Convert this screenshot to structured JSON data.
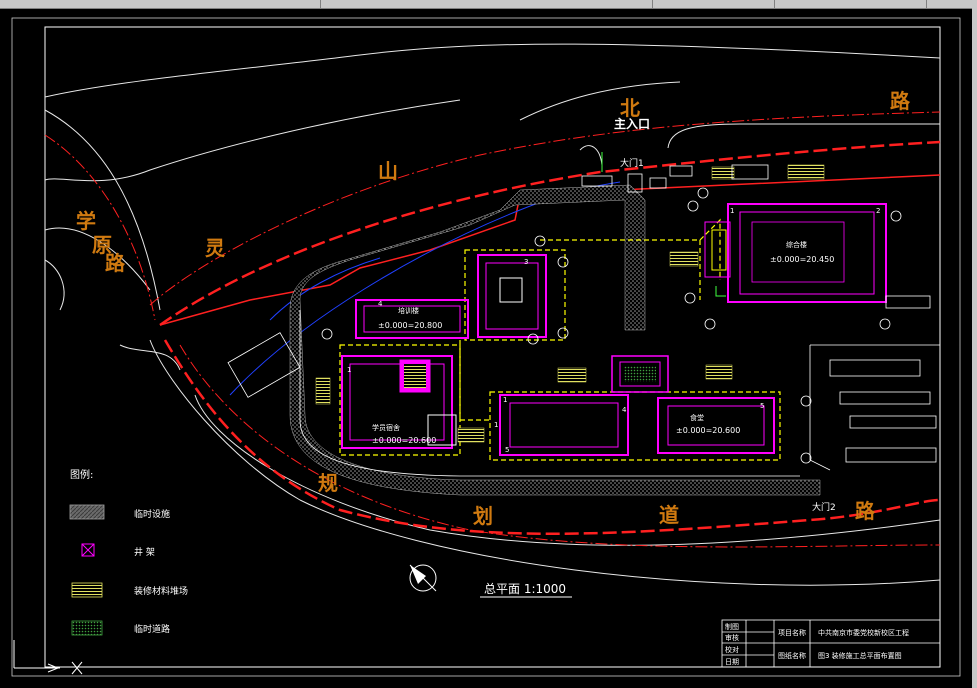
{
  "roads": {
    "north_road": [
      "北",
      "路"
    ],
    "lingshan": [
      "山",
      "灵"
    ],
    "xueyuan": [
      "学",
      "原",
      "路"
    ],
    "planned_road": [
      "规",
      "划",
      "道",
      "路"
    ]
  },
  "entrances": {
    "main_entrance": "主入口",
    "gate1": "大门1",
    "gate2": "大门2"
  },
  "buildings": [
    {
      "id": "b1",
      "name": "综合楼",
      "elevation": "±0.000=20.450"
    },
    {
      "id": "b2",
      "name": "培训楼",
      "elevation": "±0.000=20.800"
    },
    {
      "id": "b3",
      "name": "学员宿舍",
      "elevation": "±0.000=20.600"
    },
    {
      "id": "b4",
      "name": "食堂",
      "elevation": "±0.000=20.600"
    }
  ],
  "legend": {
    "title": "图例:",
    "items": [
      {
        "label": "临时设施"
      },
      {
        "label": "井 架"
      },
      {
        "label": "装修材料堆场"
      },
      {
        "label": "临时道路"
      }
    ]
  },
  "plan_title": "总平面  1:1000",
  "title_block": {
    "rows": [
      "制图",
      "审核",
      "校对",
      "日期"
    ],
    "project_label": "项目名称",
    "project_name": "中共南京市委党校新校区工程",
    "drawing_label": "图纸名称",
    "drawing_name": "图3  装修施工总平面布置图"
  },
  "axis_marks": [
    "1",
    "2",
    "3",
    "4",
    "5"
  ],
  "colors": {
    "background": "#000000",
    "boundary": "#ff0000",
    "building": "#ff00ff",
    "temp_road": "#b0b0b0",
    "dashed_line": "#ffff00",
    "frame": "#ffffff",
    "text_orange": "#d07a10"
  }
}
